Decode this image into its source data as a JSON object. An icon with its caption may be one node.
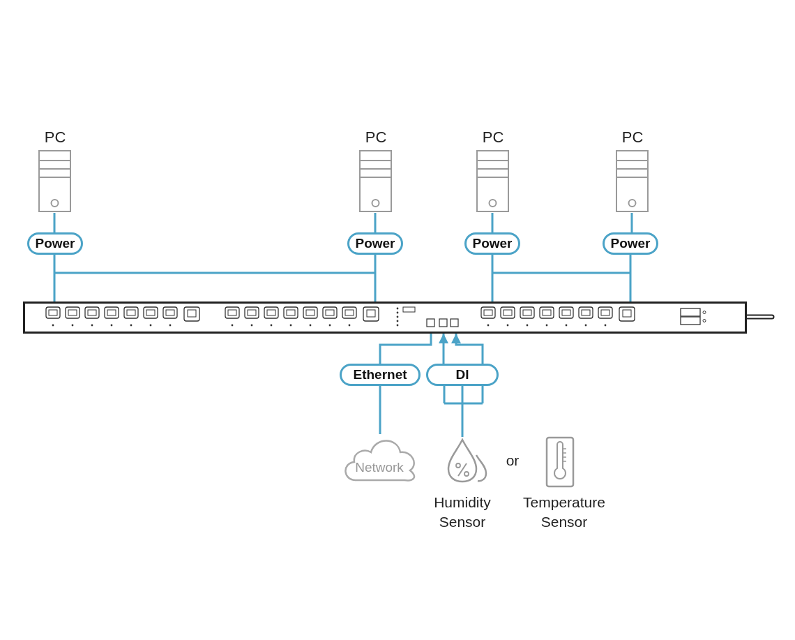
{
  "diagram": {
    "nodes": [
      {
        "text": [
          "PC"
        ]
      },
      {
        "text": [
          "Power"
        ]
      },
      {
        "text": [
          "PC"
        ]
      },
      {
        "text": [
          "Power"
        ]
      },
      {
        "text": [
          "PC"
        ]
      },
      {
        "text": [
          "Power"
        ]
      },
      {
        "text": [
          "PC"
        ]
      },
      {
        "text": [
          "Power"
        ]
      },
      {
        "text": [],
        "shape": "box"
      },
      {
        "text": [
          "Ethernet"
        ]
      },
      {
        "text": [
          "DI"
        ]
      },
      {
        "text": [
          "Network"
        ]
      },
      {
        "text": [
          "Humidity Sensor"
        ]
      },
      {
        "text": [
          "Temperature Sensor"
        ]
      }
    ],
    "edges": [
      {
        "from": 0,
        "to": 1,
        "arrow": "none"
      },
      {
        "from": 2,
        "to": 3,
        "arrow": "none"
      },
      {
        "from": 4,
        "to": 5,
        "arrow": "none"
      },
      {
        "from": 6,
        "to": 7,
        "arrow": "none"
      },
      {
        "from": 1,
        "to": 8,
        "arrow": "none"
      },
      {
        "from": 3,
        "to": 8,
        "arrow": "none"
      },
      {
        "from": 5,
        "to": 8,
        "arrow": "none"
      },
      {
        "from": 7,
        "to": 8,
        "arrow": "none"
      },
      {
        "from": 9,
        "to": 8,
        "arrow": "none"
      },
      {
        "from": 10,
        "to": 8,
        "arrow": "to"
      },
      {
        "from": 10,
        "to": 8,
        "arrow": "to"
      },
      {
        "from": 11,
        "to": 9,
        "arrow": "none"
      },
      {
        "from": 12,
        "to": 10,
        "arrow": "none"
      }
    ],
    "labels": [
      "or"
    ]
  }
}
